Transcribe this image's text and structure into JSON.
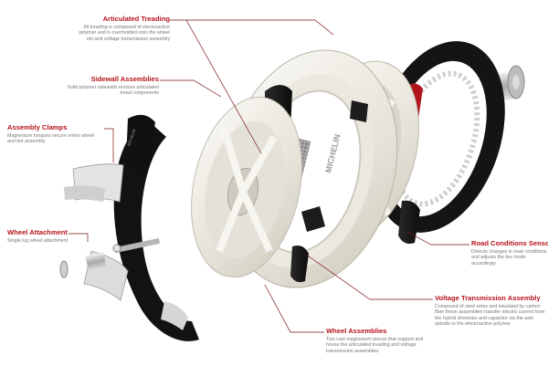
{
  "colors": {
    "accent": "#b5121b",
    "leader": "#7a1515",
    "body_text": "#777777",
    "tread": "#151515",
    "hub": "#e9e6df"
  },
  "brand_mark": "MICHELIN",
  "callouts": {
    "articulated_treading": {
      "title": "Articulated Treading",
      "text": "All treading is composed of electroactive polymer and is overmolded onto the wheel rim and voltage transmission assembly"
    },
    "sidewall_assemblies": {
      "title": "Sidewall Assemblies",
      "text": "Solid polymer sidewalls enclose articulated tread components"
    },
    "assembly_clamps": {
      "title": "Assembly Clamps",
      "text": "Magnesium tongues secure entire wheel and tire assembly"
    },
    "wheel_attachment": {
      "title": "Wheel Attachment",
      "text": "Single lug wheel attachment"
    },
    "road_conditions_sensor": {
      "title": "Road Conditions Sensor",
      "text": "Detects changes in road conditions and adjusts the tire mode accordingly"
    },
    "voltage_transmission_assembly": {
      "title": "Voltage Transmission Assembly",
      "text": "Composed of steel wires and insulated by carbon fiber these assemblies transfer electric current from the hybrid drivetrain and capacitor via the axle spindle to the electroactive polymer"
    },
    "wheel_assemblies": {
      "title": "Wheel Assemblies",
      "text": "Two cast magnesium pieces that support and house the articulated treading and voltage transmission assemblies"
    }
  }
}
